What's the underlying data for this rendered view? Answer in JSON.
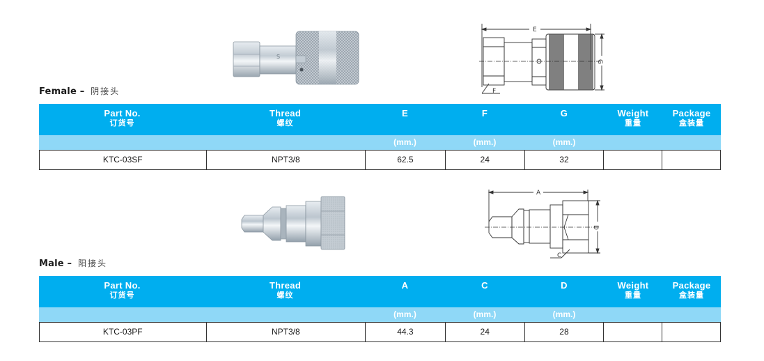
{
  "female": {
    "title": "Female –",
    "title_cn": "阴接头",
    "photo_icon": "female-coupler-photo",
    "drawing_icon": "female-coupler-drawing",
    "drawing_labels": {
      "E": "E",
      "F": "F",
      "G": "G"
    },
    "table": {
      "headers": [
        {
          "en": "Part No.",
          "cn": "订货号"
        },
        {
          "en": "Thread",
          "cn": "螺纹"
        },
        {
          "en": "E",
          "cn": ""
        },
        {
          "en": "F",
          "cn": ""
        },
        {
          "en": "G",
          "cn": ""
        },
        {
          "en": "Weight",
          "cn": "重量"
        },
        {
          "en": "Package",
          "cn": "盒装量"
        }
      ],
      "units": [
        "",
        "",
        "(mm.)",
        "(mm.)",
        "(mm.)",
        "",
        ""
      ],
      "rows": [
        [
          "KTC-03SF",
          "NPT3/8",
          "62.5",
          "24",
          "32",
          "",
          ""
        ]
      ]
    }
  },
  "male": {
    "title": "Male –",
    "title_cn": "阳接头",
    "photo_icon": "male-coupler-photo",
    "drawing_icon": "male-coupler-drawing",
    "drawing_labels": {
      "A": "A",
      "C": "C",
      "D": "D"
    },
    "table": {
      "headers": [
        {
          "en": "Part No.",
          "cn": "订货号"
        },
        {
          "en": "Thread",
          "cn": "螺纹"
        },
        {
          "en": "A",
          "cn": ""
        },
        {
          "en": "C",
          "cn": ""
        },
        {
          "en": "D",
          "cn": ""
        },
        {
          "en": "Weight",
          "cn": "重量"
        },
        {
          "en": "Package",
          "cn": "盒装量"
        }
      ],
      "units": [
        "",
        "",
        "(mm.)",
        "(mm.)",
        "(mm.)",
        "",
        ""
      ],
      "rows": [
        [
          "KTC-03PF",
          "NPT3/8",
          "44.3",
          "24",
          "28",
          "",
          ""
        ]
      ]
    }
  },
  "colors": {
    "header_bg": "#00aeef",
    "units_band_bg": "#8fd8f7",
    "header_text": "#ffffff",
    "border": "#333333"
  }
}
